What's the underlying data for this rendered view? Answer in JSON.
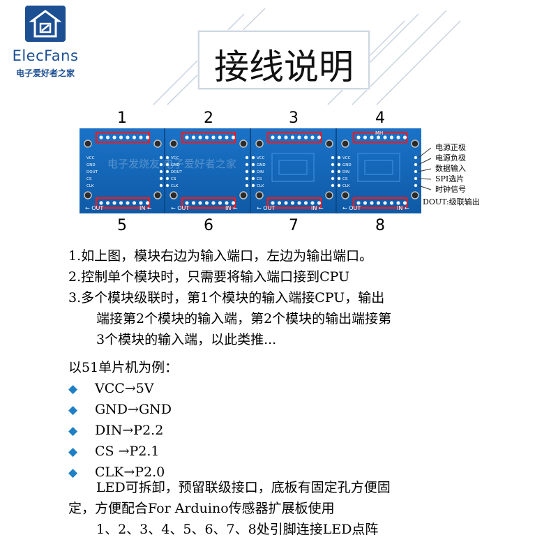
{
  "logo": {
    "name": "ElecFans",
    "tagline": "电子爱好者之家"
  },
  "title": "接线说明",
  "module_numbers_top": [
    "1",
    "2",
    "3",
    "4"
  ],
  "module_numbers_bottom": [
    "5",
    "6",
    "7",
    "8"
  ],
  "board": {
    "pins": [
      "VCC",
      "GND",
      "DOUT",
      "CS",
      "CLK"
    ],
    "pins_mid": [
      "VCC",
      "GND",
      "DIN",
      "CS",
      "CLK"
    ],
    "out_label": "OUT",
    "in_label": "IN",
    "mark": "MH",
    "color": "#1565b7"
  },
  "pin_labels": [
    "电源正极",
    "电源负极",
    "数据输入",
    "SPI选片",
    "时钟信号",
    "DOUT:级联输出"
  ],
  "instructions": [
    "1.如上图，模块右边为输入端口，左边为输出端口。",
    "2.控制单个模块时，只需要将输入端口接到CPU",
    "3.多个模块级联时，第1个模块的输入端接CPU，输出",
    "端接第2个模块的输入端，第2个模块的输出端接第",
    "3个模块的输入端，以此类推..."
  ],
  "example_title": "以51单片机为例：",
  "connections": [
    "VCC→5V",
    "GND→GND",
    "DIN→P2.2",
    "CS →P2.1",
    "CLK→P2.0"
  ],
  "note_lines": [
    "LED可拆卸，预留联级接口，底板有固定孔方便固",
    "定，方便配合For Arduino传感器扩展板使用",
    "1、2、3、4、5、6、7、8处引脚连接LED点阵"
  ],
  "watermark": "电子发烧友  电子爱好者之家",
  "accent_color": "#1e7fc5",
  "highlight_color": "#e0202a"
}
